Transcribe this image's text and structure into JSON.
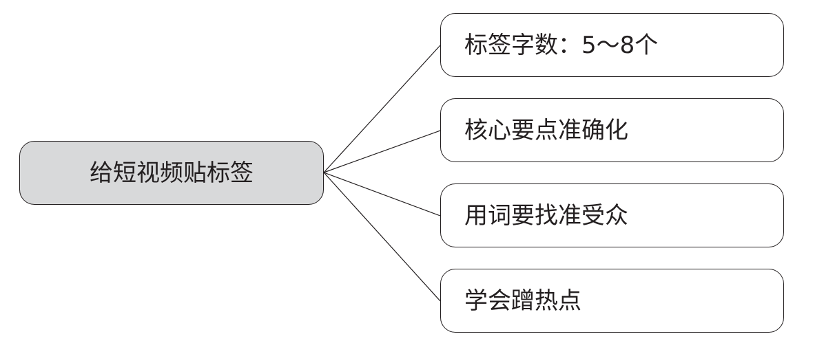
{
  "diagram": {
    "root": {
      "label": "给短视频贴标签"
    },
    "branches": [
      {
        "label": "标签字数：5～8个"
      },
      {
        "label": "核心要点准确化"
      },
      {
        "label": "用词要找准受众"
      },
      {
        "label": "学会蹭热点"
      }
    ],
    "colors": {
      "root_fill": "#d8d9da",
      "branch_fill": "#ffffff",
      "stroke": "#231f20"
    }
  }
}
